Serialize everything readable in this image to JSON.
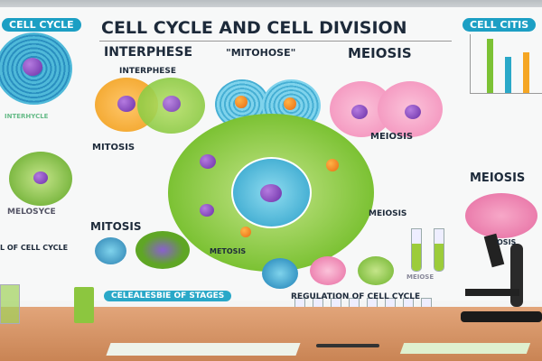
{
  "poster": {
    "title": "CELL CYCLE AND CELL DIVISION",
    "left_badge": "CELL CYCLE",
    "right_badge": "CELL CITIS",
    "subheadings": [
      "INTERPHESE",
      "\"MITOHOSE\"",
      "MEIOSIS"
    ],
    "labels": {
      "interphese": "INTERPHESE",
      "intercycle": "INTERHYCLE",
      "mitosis_1": "MITOSIS",
      "meiosis_1": "MEIOSIS",
      "meiosis_right": "MEIOSIS",
      "melosyce": "MELOSYCE",
      "mitosis_2": "MITOSIS",
      "metosis": "METOSIS",
      "meiosis_2": "MEIOSIS",
      "osis": "OSIS",
      "of_cell_cycle": "L OF CELL CYCLE",
      "meiose": "MEIOSE"
    },
    "bottom_left_badge": "CELEALESBIE OF STAGES",
    "bottom_right_heading": "REGULATION OF CELL CYCLE"
  },
  "colors": {
    "badge_blue": "#1c9fc4",
    "green": "#7cc234",
    "pink": "#f28bb8",
    "purple": "#7a3bb5",
    "orange": "#f5a623",
    "desk": "#d99468"
  }
}
